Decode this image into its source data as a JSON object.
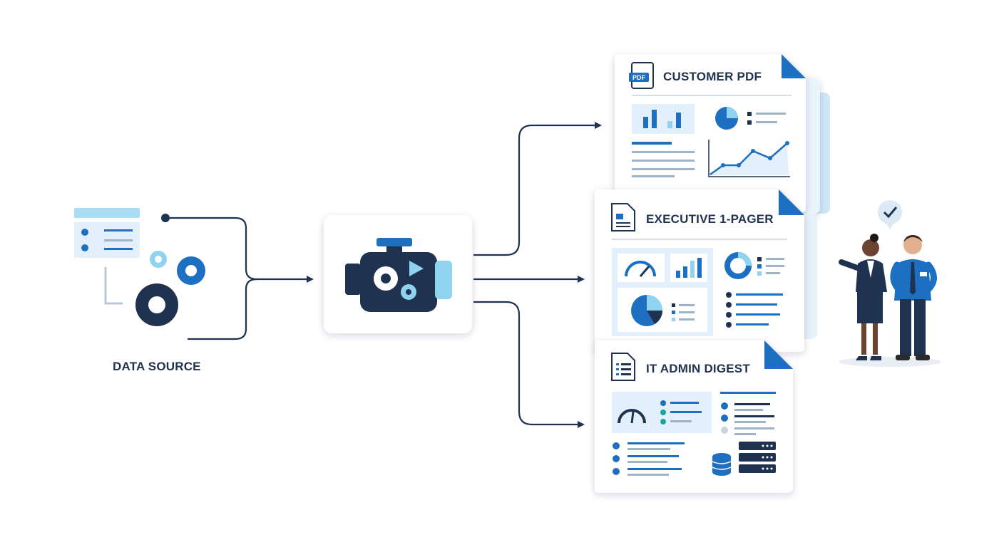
{
  "source": {
    "label": "DATA SOURCE"
  },
  "outputs": [
    {
      "title": "CUSTOMER PDF",
      "badge": "PDF"
    },
    {
      "title": "EXECUTIVE 1-PAGER"
    },
    {
      "title": "IT ADMIN DIGEST"
    }
  ],
  "colors": {
    "navy": "#1f3350",
    "blue": "#1d6fc1",
    "light_blue": "#8fd3f0",
    "pale_blue": "#e3f0fb",
    "grey": "#9fb3c8"
  }
}
